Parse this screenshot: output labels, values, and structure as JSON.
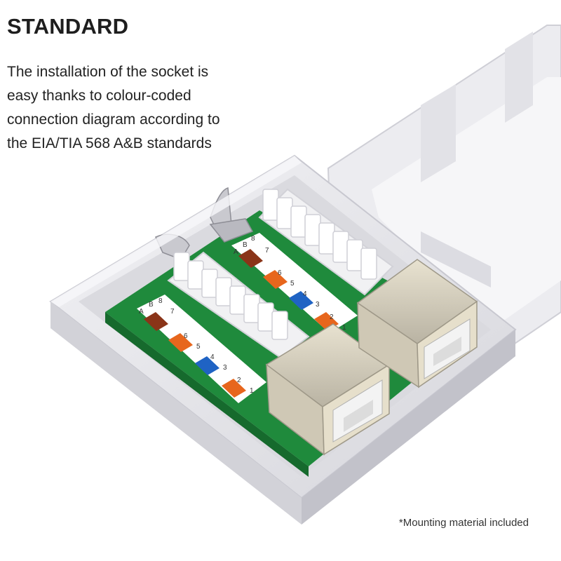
{
  "heading": "STANDARD",
  "description_lines": [
    "The installation of the socket is",
    "easy thanks to colour-coded",
    "connection diagram according to",
    "the EIA/TIA 568 A&B standards"
  ],
  "footnote": "*Mounting material included",
  "diagram": {
    "left_numbers": [
      "8",
      "7",
      "6",
      "5",
      "4",
      "3",
      "2",
      "1"
    ],
    "left_letters": [
      "A",
      "B"
    ],
    "right_numbers": [
      "8",
      "7",
      "6",
      "5",
      "4",
      "3",
      "2",
      "1"
    ],
    "right_letters": [
      "A",
      "B"
    ]
  },
  "colors": {
    "housing": "#e6e6ea",
    "pcb": "#1f8a3c",
    "orange": "#e7661d",
    "blue": "#1f63c4",
    "brown": "#8a3418",
    "port_metal": "#d8d2c0"
  }
}
